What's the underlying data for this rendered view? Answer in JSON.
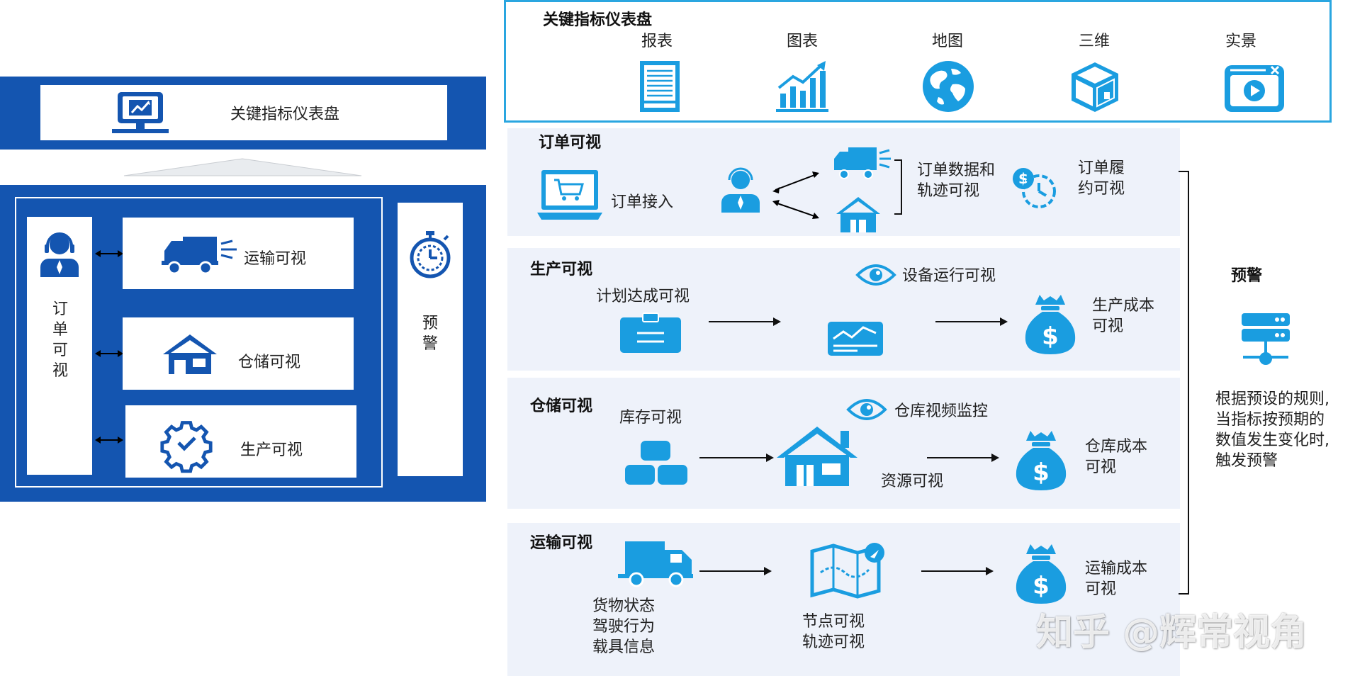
{
  "left": {
    "dashboard_label": "关键指标仪表盘",
    "order_label": "订单可视",
    "transport_label": "运输可视",
    "storage_label": "仓储可视",
    "production_label": "生产可视",
    "alert_label": "预警"
  },
  "kpi_panel": {
    "title": "关键指标仪表盘",
    "items": [
      "报表",
      "图表",
      "地图",
      "三维",
      "实景"
    ]
  },
  "order_section": {
    "title": "订单可视",
    "intake": "订单接入",
    "data_track": [
      "订单数据和",
      "轨迹可视"
    ],
    "fulfillment": [
      "订单履",
      "约可视"
    ]
  },
  "production_section": {
    "title": "生产可视",
    "plan": "计划达成可视",
    "equipment": "设备运行可视",
    "cost": [
      "生产成本",
      "可视"
    ]
  },
  "storage_section": {
    "title": "仓储可视",
    "inventory": "库存可视",
    "video": "仓库视频监控",
    "resource": "资源可视",
    "cost": [
      "仓库成本",
      "可视"
    ]
  },
  "transport_section": {
    "title": "运输可视",
    "cargo": [
      "货物状态",
      "驾驶行为",
      "载具信息"
    ],
    "node": [
      "节点可视",
      "轨迹可视"
    ],
    "cost": [
      "运输成本",
      "可视"
    ]
  },
  "alert_section": {
    "title": "预警",
    "desc": [
      "根据预设的规则,",
      "当指标按预期的",
      "数值发生变化时,",
      "触发预警"
    ]
  },
  "watermark": "知乎 @辉常视角",
  "colors": {
    "dark_blue": "#1455b0",
    "icon_blue": "#1a9de0",
    "panel_bg": "#eef2fa",
    "kpi_border": "#2aa6e0"
  }
}
